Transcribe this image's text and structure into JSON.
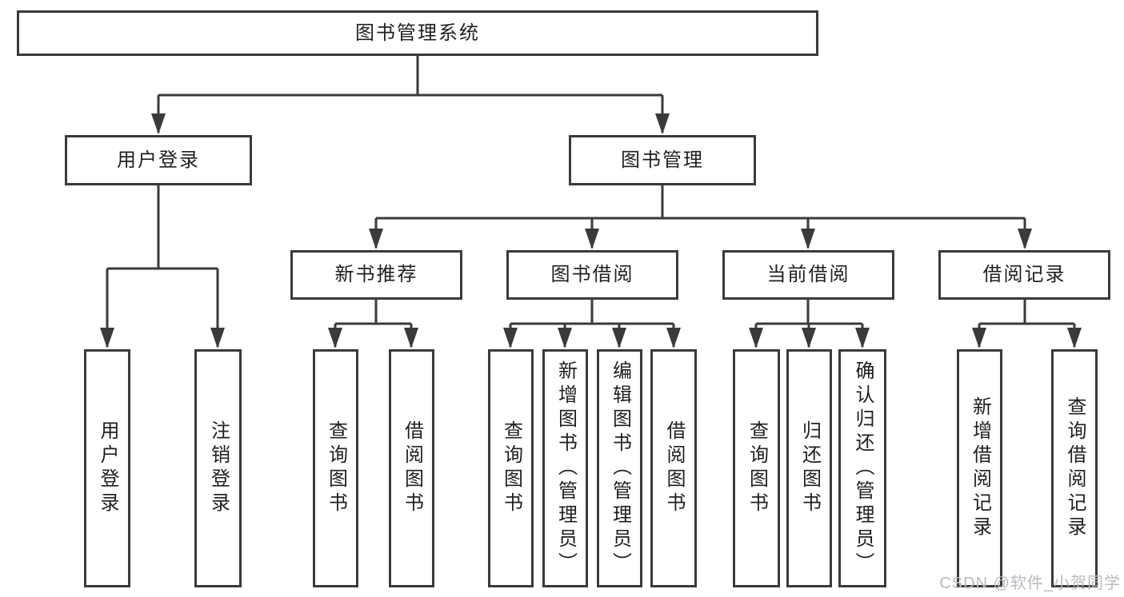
{
  "tree": {
    "root": {
      "label": "图书管理系统",
      "children": [
        {
          "label": "用户登录",
          "children": [
            {
              "label": "用户登录"
            },
            {
              "label": "注销登录"
            }
          ]
        },
        {
          "label": "图书管理",
          "children": [
            {
              "label": "新书推荐",
              "children": [
                {
                  "label": "查询图书"
                },
                {
                  "label": "借阅图书"
                }
              ]
            },
            {
              "label": "图书借阅",
              "children": [
                {
                  "label": "查询图书"
                },
                {
                  "label": "新增图书（管理员）"
                },
                {
                  "label": "编辑图书（管理员）"
                },
                {
                  "label": "借阅图书"
                }
              ]
            },
            {
              "label": "当前借阅",
              "children": [
                {
                  "label": "查询图书"
                },
                {
                  "label": "归还图书"
                },
                {
                  "label": "确认归还（管理员）"
                }
              ]
            },
            {
              "label": "借阅记录",
              "children": [
                {
                  "label": "新增借阅记录"
                },
                {
                  "label": "查询借阅记录"
                }
              ]
            }
          ]
        }
      ]
    }
  },
  "watermark": {
    "text": "CSDN @软件_小贺同学"
  },
  "colors": {
    "line": "#3a3a3a",
    "text": "#1f1f1f",
    "watermark": "#b9b9c1",
    "background": "#ffffff"
  }
}
